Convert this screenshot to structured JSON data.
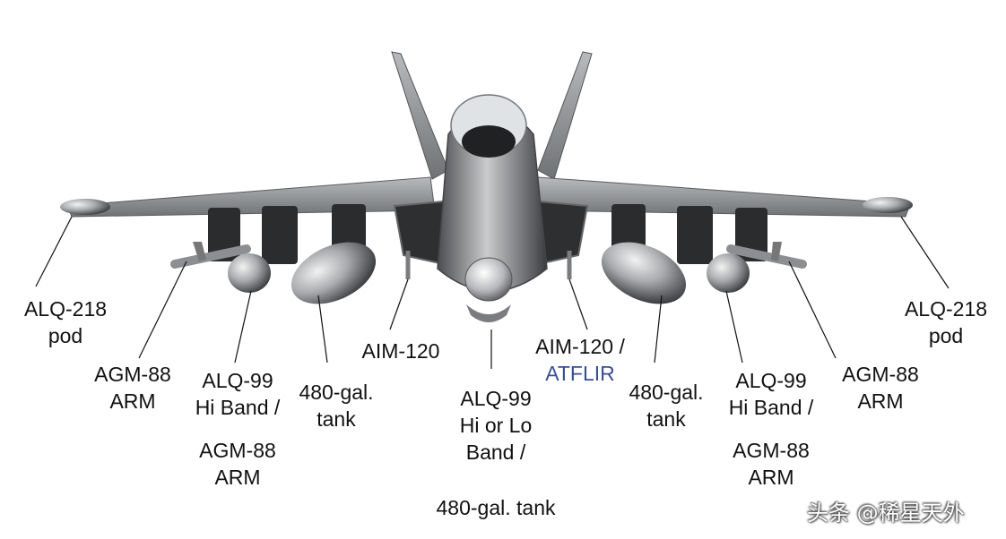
{
  "labels": {
    "alq218_left": [
      "ALQ-218",
      "pod"
    ],
    "agm88_left": [
      "AGM-88",
      "ARM"
    ],
    "alq99_left_a": [
      "ALQ-99",
      "Hi Band /"
    ],
    "alq99_left_b": [
      "AGM-88",
      "ARM"
    ],
    "tank_left": [
      "480-gal.",
      "tank"
    ],
    "aim120_left": "AIM-120",
    "centerline_a": [
      "ALQ-99",
      "Hi or Lo",
      "Band /"
    ],
    "centerline_b": "480-gal. tank",
    "aim120_right": "AIM-120 /",
    "atflir": "ATFLIR",
    "tank_right": [
      "480-gal.",
      "tank"
    ],
    "alq99_right_a": [
      "ALQ-99",
      "Hi Band /"
    ],
    "alq99_right_b": [
      "AGM-88",
      "ARM"
    ],
    "agm88_right": [
      "AGM-88",
      "ARM"
    ],
    "alq218_right": [
      "ALQ-218",
      "pod"
    ]
  },
  "watermark": "头条 @稀星天外",
  "colors": {
    "atflir_text": "#3a4f93",
    "airframe": "#8a8d90"
  }
}
